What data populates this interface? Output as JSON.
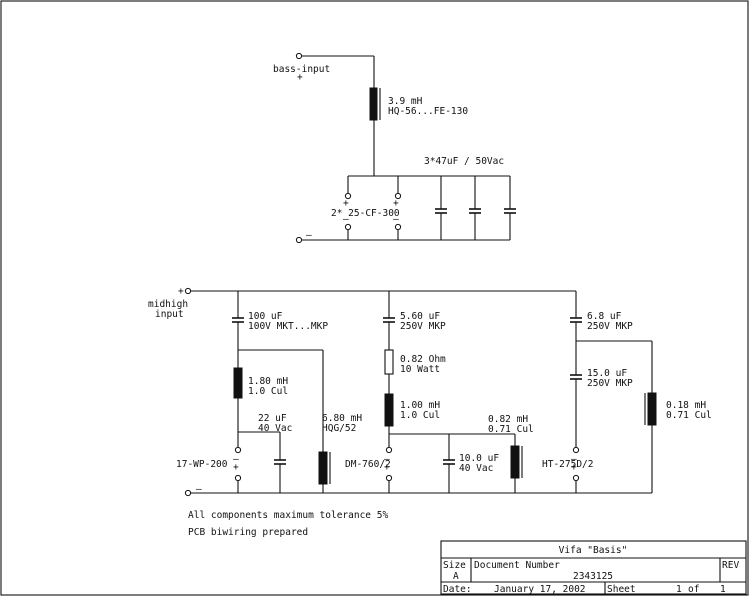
{
  "inputs": {
    "bass_label": "bass-input",
    "bass_plus": "+",
    "bass_minus": "—",
    "midhigh_label_1": "midhigh",
    "midhigh_label_2": "input",
    "midhigh_plus": "+",
    "midhigh_minus": "—"
  },
  "bass_section": {
    "inductor_value": "3.9 mH",
    "inductor_part": "HQ-56...FE-130",
    "caps_label": "3*47uF / 50Vac",
    "woofer_label": "2* 25-CF-300",
    "woofer_plus_a": "+",
    "woofer_plus_b": "+",
    "woofer_minus_a": "—",
    "woofer_minus_b": "—"
  },
  "mid_section": {
    "c1_value": "100 uF",
    "c1_type": "100V MKT...MKP",
    "l1_value": "1.80 mH",
    "l1_type": "1.0 Cul",
    "c2_value": "22 uF",
    "c2_type": "40 Vac",
    "l2_value": "6.80 mH",
    "l2_type": "HQG/52",
    "driver": "17-WP-200",
    "driver_plus": "+",
    "driver_minus": "—"
  },
  "tweeter_section": {
    "c3_value": "5.60 uF",
    "c3_type": "250V MKP",
    "r1_value": "0.82 Ohm",
    "r1_type": "10 Watt",
    "l3_value": "1.00 mH",
    "l3_type": "1.0 Cul",
    "l4_value": "0.82 mH",
    "l4_type": "0.71 Cul",
    "c4_value": "10.0 uF",
    "c4_type": "40 Vac",
    "driver": "DM-760/2",
    "driver_plus": "+",
    "driver_minus": "—"
  },
  "supertweeter_section": {
    "c5_value": "6.8 uF",
    "c5_type": "250V MKP",
    "c6_value": "15.0 uF",
    "c6_type": "250V MKP",
    "l5_value": "0.18 mH",
    "l5_type": "0.71 Cul",
    "driver": "HT-275D/2",
    "driver_plus": "+",
    "driver_minus": "—"
  },
  "notes": {
    "line1": "All components maximum tolerance 5%",
    "line2": "PCB biwiring prepared"
  },
  "title_block": {
    "title": "Vifa \"Basis\"",
    "size_label": "Size",
    "size_value": "A",
    "docnum_label": "Document Number",
    "docnum_value": "2343125",
    "rev_label": "REV",
    "date_label": "Date:",
    "date_value": "January 17, 2002",
    "sheet_label": "Sheet",
    "sheet_num": "1",
    "sheet_of": "of",
    "sheet_total": "1"
  }
}
